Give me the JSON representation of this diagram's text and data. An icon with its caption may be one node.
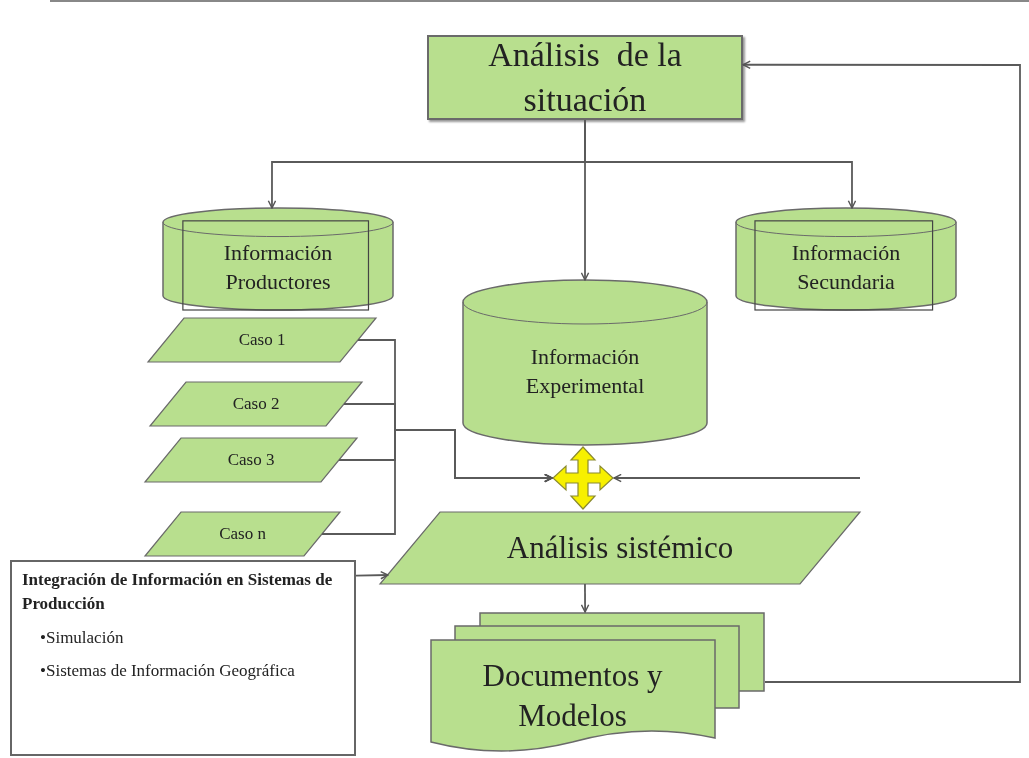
{
  "diagram": {
    "nodes": [
      {
        "text": [
          "Análisis  de la situación"
        ]
      },
      {
        "text": [
          "Información Productores"
        ]
      },
      {
        "text": [
          "Información Secundaria"
        ]
      },
      {
        "text": [
          "Información Experimental"
        ]
      },
      {
        "text": [
          "Caso 1"
        ]
      },
      {
        "text": [
          "Caso 2"
        ]
      },
      {
        "text": [
          "Caso 3"
        ]
      },
      {
        "text": [
          "Caso n"
        ]
      },
      {
        "text": [],
        "shape": "cross"
      },
      {
        "text": [
          "Análisis sistémico"
        ]
      },
      {
        "text": [
          "Documentos y Modelos"
        ]
      },
      {
        "text": [
          "Integración de Información en Sistemas de Producción",
          "•Simulación",
          "•Sistemas de Información Geográfica"
        ]
      }
    ],
    "edges": [
      {
        "from": 0,
        "to": 1,
        "arrow": "to"
      },
      {
        "from": 0,
        "to": 3,
        "arrow": "to"
      },
      {
        "from": 0,
        "to": 2,
        "arrow": "to"
      },
      {
        "from": 4,
        "to": 8,
        "arrow": "to"
      },
      {
        "from": 5,
        "to": 8,
        "arrow": "to"
      },
      {
        "from": 6,
        "to": 8,
        "arrow": "to"
      },
      {
        "from": 7,
        "to": 8,
        "arrow": "to"
      },
      {
        "from": null,
        "to": 8,
        "arrow": "to"
      },
      {
        "from": 11,
        "to": 9,
        "arrow": "to"
      },
      {
        "from": 9,
        "to": 10,
        "arrow": "to"
      },
      {
        "from": 10,
        "to": 0,
        "arrow": "to"
      }
    ]
  }
}
